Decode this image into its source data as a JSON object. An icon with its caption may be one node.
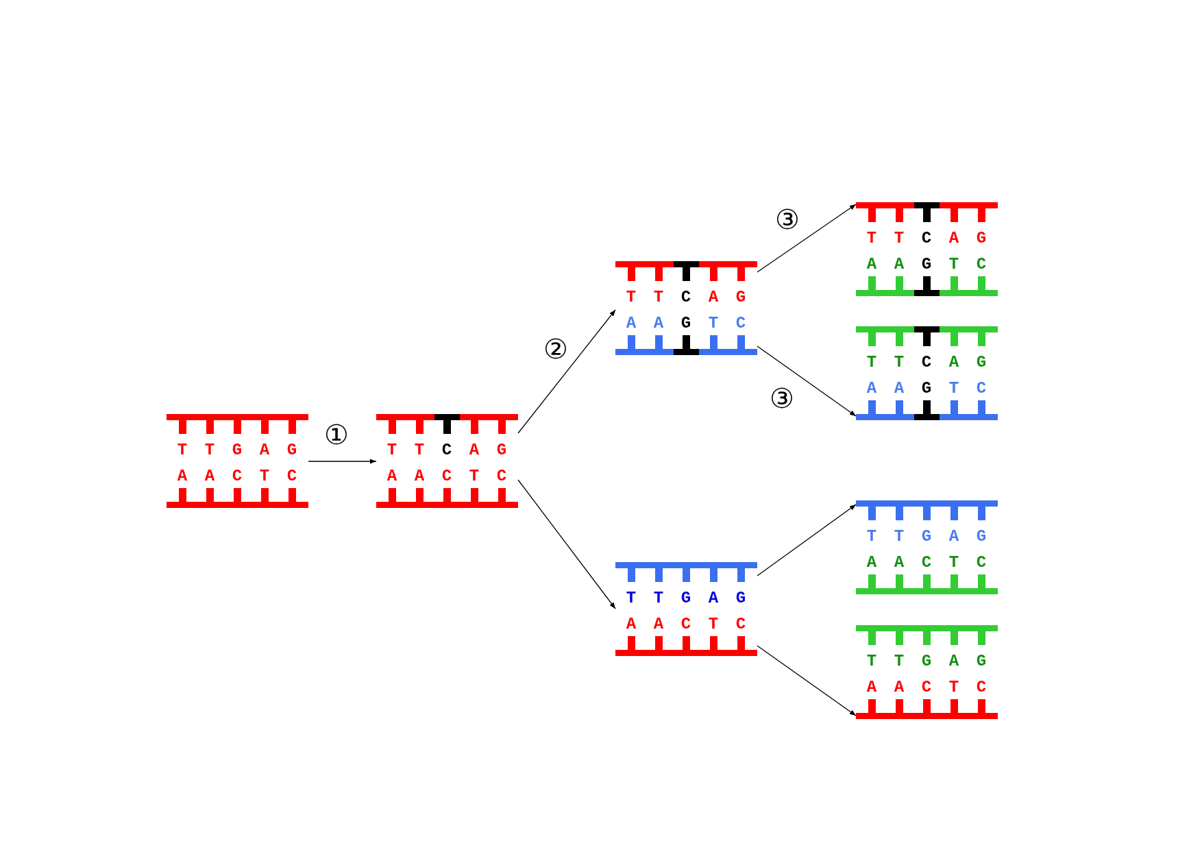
{
  "diagram": {
    "nodes": [
      {
        "text": [
          "T",
          "T",
          "G",
          "A",
          "G",
          "A",
          "A",
          "C",
          "T",
          "C"
        ]
      },
      {
        "text": [
          "T",
          "T",
          "C",
          "A",
          "G",
          "A",
          "A",
          "C",
          "T",
          "C"
        ]
      },
      {
        "text": [
          "T",
          "T",
          "C",
          "A",
          "G",
          "A",
          "A",
          "G",
          "T",
          "C"
        ]
      },
      {
        "text": [
          "T",
          "T",
          "G",
          "A",
          "G",
          "A",
          "A",
          "C",
          "T",
          "C"
        ]
      },
      {
        "text": [
          "T",
          "T",
          "C",
          "A",
          "G",
          "A",
          "A",
          "G",
          "T",
          "C"
        ]
      },
      {
        "text": [
          "T",
          "T",
          "C",
          "A",
          "G",
          "A",
          "A",
          "G",
          "T",
          "C"
        ]
      },
      {
        "text": [
          "T",
          "T",
          "G",
          "A",
          "G",
          "A",
          "A",
          "C",
          "T",
          "C"
        ]
      },
      {
        "text": [
          "T",
          "T",
          "G",
          "A",
          "G",
          "A",
          "A",
          "C",
          "T",
          "C"
        ]
      }
    ],
    "edges": [
      {
        "from": 0,
        "to": 1,
        "arrow": "to",
        "label": "①"
      },
      {
        "from": 1,
        "to": 2,
        "arrow": "to",
        "label": "②"
      },
      {
        "from": 1,
        "to": 3,
        "arrow": "to"
      },
      {
        "from": 2,
        "to": 4,
        "arrow": "to",
        "label": "③"
      },
      {
        "from": 2,
        "to": 5,
        "arrow": "to",
        "label": "③"
      },
      {
        "from": 3,
        "to": 6,
        "arrow": "to"
      },
      {
        "from": 3,
        "to": 7,
        "arrow": "to"
      }
    ]
  }
}
